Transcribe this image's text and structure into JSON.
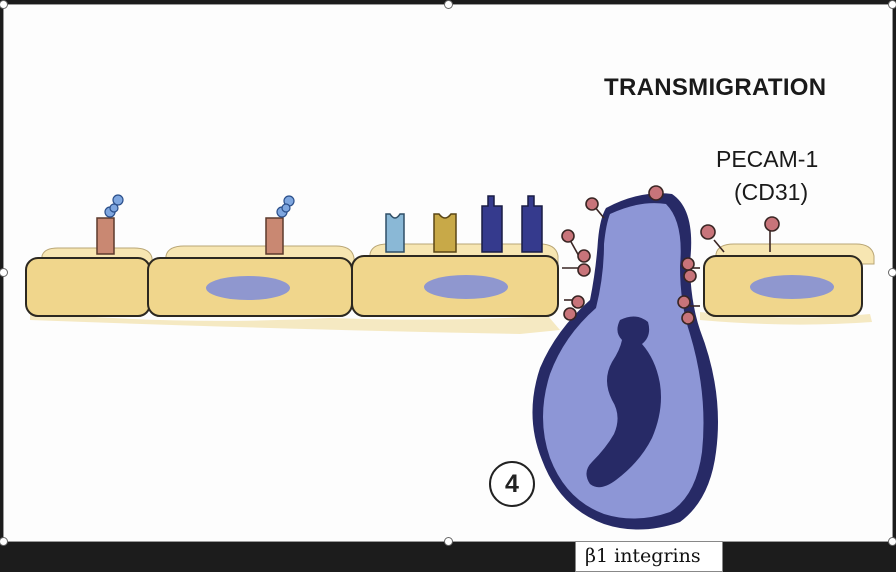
{
  "title": "TRANSMIGRATION",
  "pecam_label": "PECAM-1",
  "cd31_label": "(CD31)",
  "step_number": "4",
  "caption": "β1 integrins",
  "colors": {
    "endothelium": "#f0d68c",
    "endothelium_outline": "#2c2820",
    "nucleus": "#8f97cf",
    "leukocyte": "#8d96d6",
    "leukocyte_dark": "#272a66",
    "pecam": "#c8747a",
    "selectin": "#c98872",
    "ligand": "#7ea6df",
    "receptor_teal": "#8ab8d6",
    "receptor_gold": "#c8a948",
    "receptor_navy": "#353a8d"
  }
}
